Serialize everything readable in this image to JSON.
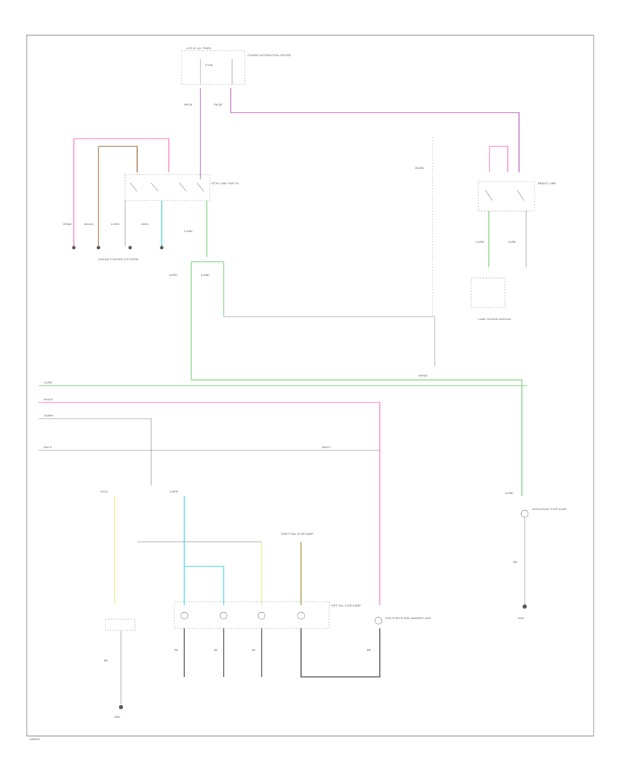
{
  "colors": {
    "pink": "#ff99cc",
    "violet": "#cc88cc",
    "green": "#99dd99",
    "cyan": "#66ddee",
    "yellow": "#eeee99",
    "olive": "#bbaa66",
    "brown": "#bb8866",
    "gray": "#999999",
    "dark": "#444444"
  },
  "labels": {
    "hot_at_all_times": "HOT AT ALL TIMES",
    "power_distribution": "POWER DISTRIBUTION CENTER",
    "fuse": "FUSE",
    "engine_controls": "ENGINE CONTROLS SYSTEM",
    "stop_lamp_switch": "STOP LAMP SWITCH",
    "brake_lamp": "BRAKE LAMP",
    "lamp_outage_module": "LAMP OUTAGE MODULE",
    "right_tail_stop_lamp": "RIGHT TAIL STOP LAMP",
    "left_tail_stop_lamp": "LEFT TAIL STOP LAMP",
    "right_rear_side_marker": "RIGHT REAR SIDE MARKER LAMP",
    "high_mount_stop_lamp": "HIGH MOUNT STOP LAMP",
    "ground": "GND",
    "footer": "WIRING"
  },
  "wire_codes": {
    "w1": "RD/BK",
    "w2": "PK/LB",
    "w3": "LG/RD",
    "w4": "LG/BK",
    "w5": "BK/WH",
    "w6": "WH/LB",
    "w7": "LB/PK",
    "w8": "YE/LG",
    "w9": "BK",
    "w10": "OG/BK",
    "w11": "TN/WH",
    "w12": "DB/LG"
  }
}
